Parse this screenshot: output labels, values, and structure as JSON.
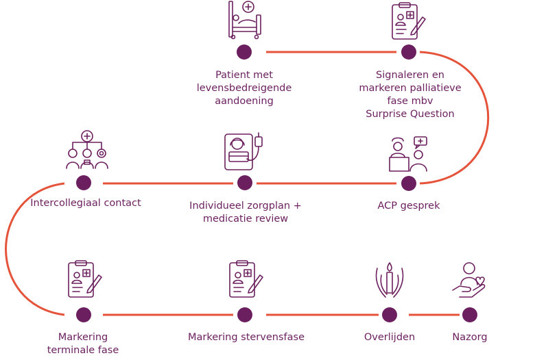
{
  "colors": {
    "line": "#e5533a",
    "node": "#6b1f5e",
    "text": "#6b1f5e"
  },
  "steps": [
    {
      "label": "Patient met\nlevensbedreigende\naandoening",
      "icon": "hospital-bed-icon"
    },
    {
      "label": "Signaleren en\nmarkeren palliatieve\nfase mbv\nSurprise Question",
      "icon": "clipboard-pen-icon"
    },
    {
      "label": "ACP gesprek",
      "icon": "consultation-icon"
    },
    {
      "label": "Individueel zorgplan +\nmedicatie review",
      "icon": "patient-in-bed-infusion-icon"
    },
    {
      "label": "Intercollegiaal contact",
      "icon": "care-team-icon"
    },
    {
      "label": "Markering\nterminale fase",
      "icon": "clipboard-pen-icon"
    },
    {
      "label": "Markering stervensfase",
      "icon": "clipboard-pen-icon"
    },
    {
      "label": "Overlijden",
      "icon": "candle-hands-icon"
    },
    {
      "label": "Nazorg",
      "icon": "caring-hand-icon"
    }
  ]
}
